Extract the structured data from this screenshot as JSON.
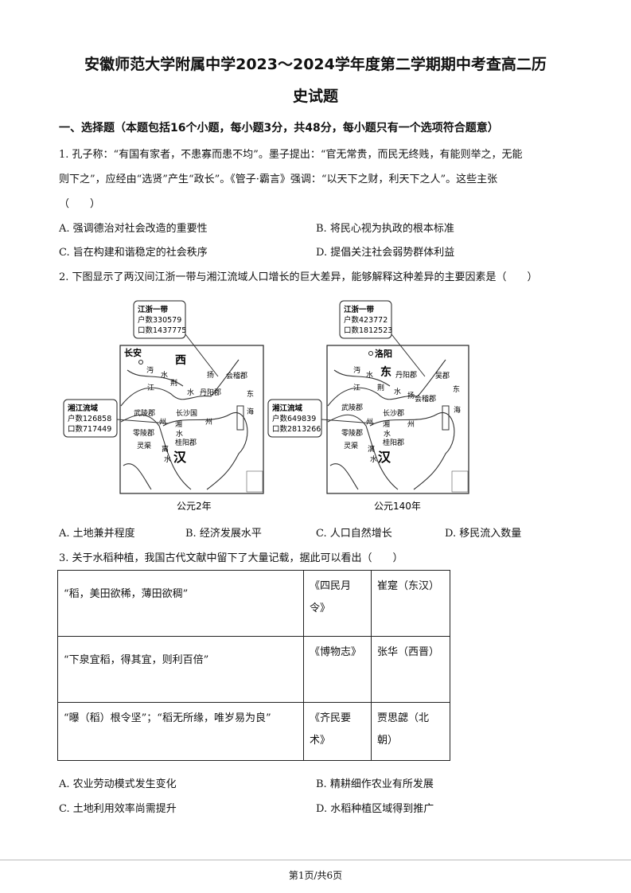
{
  "title_line1": "安徽师范大学附属中学2023～2024学年度第二学期期中考查高二历",
  "title_line2": "史试题",
  "section": "一、选择题（本题包括16个小题，每小题3分，共48分，每小题只有一个选项符合题意）",
  "q1": {
    "line1": "1. 孔子称：“有国有家者，不患寡而患不均”。墨子提出：“官无常贵，而民无终贱，有能则举之，无能",
    "line2": "则下之”，应经由“选贤”产生“政长”。《管子·霸言》强调：“以天下之财，利天下之人”。这些主张",
    "line3": "（　　）",
    "A": "A. 强调德治对社会改造的重要性",
    "B": "B. 将民心视为执政的根本标准",
    "C": "C. 旨在构建和谐稳定的社会秩序",
    "D": "D. 提倡关注社会弱势群体利益"
  },
  "q2": {
    "stem": "2. 下图显示了两汉间江浙一带与湘江流域人口增长的巨大差异，能够解释这种差异的主要因素是（　　）",
    "map1": {
      "caption": "公元2年",
      "capital": "长安",
      "dynasty1": "西",
      "dynasty2": "汉",
      "jz": {
        "t": "江浙一带",
        "h": "户数330579",
        "k": "口数1437775"
      },
      "xj": {
        "t": "湘江流域",
        "h": "户数126858",
        "k": "口数717449"
      },
      "places": [
        "会稽郡",
        "丹阳郡",
        "长沙国",
        "武陵郡",
        "零陵郡",
        "桂阳郡",
        "灵渠"
      ],
      "water": [
        "沔",
        "水",
        "江",
        "荆",
        "水",
        "州",
        "湘",
        "水",
        "离",
        "水",
        "扬",
        "州",
        "东",
        "海"
      ]
    },
    "map2": {
      "caption": "公元140年",
      "capital": "洛阳",
      "dynasty1": "东",
      "dynasty2": "汉",
      "jz": {
        "t": "江浙一带",
        "h": "户数423772",
        "k": "口数1812523"
      },
      "xj": {
        "t": "湘江流域",
        "h": "户数649839",
        "k": "口数2813266"
      },
      "places": [
        "吴郡",
        "丹阳郡",
        "会稽郡",
        "长沙郡",
        "武陵郡",
        "零陵郡",
        "桂阳郡",
        "灵渠"
      ],
      "water": [
        "沔",
        "水",
        "江",
        "荆",
        "水",
        "州",
        "湘",
        "水",
        "漓",
        "水",
        "扬",
        "州",
        "东",
        "海"
      ]
    },
    "A": "A. 土地兼并程度",
    "B": "B. 经济发展水平",
    "C": "C. 人口自然增长",
    "D": "D. 移民流入数量"
  },
  "q3": {
    "stem": "3. 关于水稻种植，我国古代文献中留下了大量记载，据此可以看出（　　）",
    "rows": [
      [
        "“稻，美田欲稀，薄田欲稠”",
        "《四民月令》",
        "崔寔（东汉）"
      ],
      [
        "“下泉宜稻，得其宜，则利百倍”",
        "《博物志》",
        "张华（西晋）"
      ],
      [
        "“曝（稻）根令坚”；“稻无所缘，唯岁易为良”",
        "《齐民要术》",
        "贾思勰（北朝）"
      ]
    ],
    "A": "A. 农业劳动模式发生变化",
    "B": "B. 精耕细作农业有所发展",
    "C": "C. 土地利用效率尚需提升",
    "D": "D. 水稻种植区域得到推广"
  },
  "footer": "第1页/共6页"
}
